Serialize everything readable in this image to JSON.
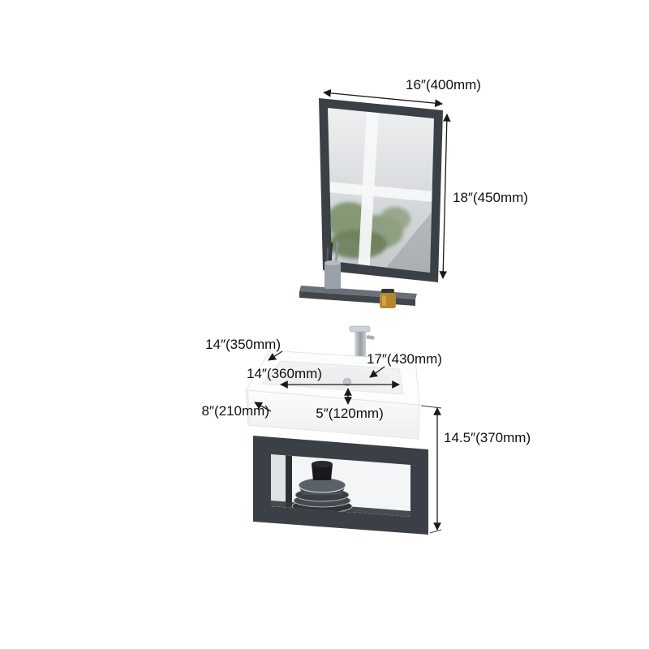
{
  "page": {
    "background": "#ffffff",
    "description": "Bathroom vanity set dimension diagram: wall mirror, shelf, wall-mounted sink cabinet"
  },
  "labels": {
    "mirror_width": "16″(400mm)",
    "mirror_height": "18″(450mm)",
    "sink_depth": "14″(350mm)",
    "sink_width": "17″(430mm)",
    "basin_width": "14″(360mm)",
    "sink_height": "8″(210mm)",
    "drain_offset": "5″(120mm)",
    "cabinet_height": "14.5″(370mm)"
  },
  "colors": {
    "dimension_line": "#1a1a1a",
    "frame_dark": "#3b4046",
    "shelf_gray": "#5f656c",
    "ceramic": "#fbfcfc",
    "chrome": "#b9bfc5",
    "foliage": "#7d926c",
    "amber": "#b5862e"
  }
}
